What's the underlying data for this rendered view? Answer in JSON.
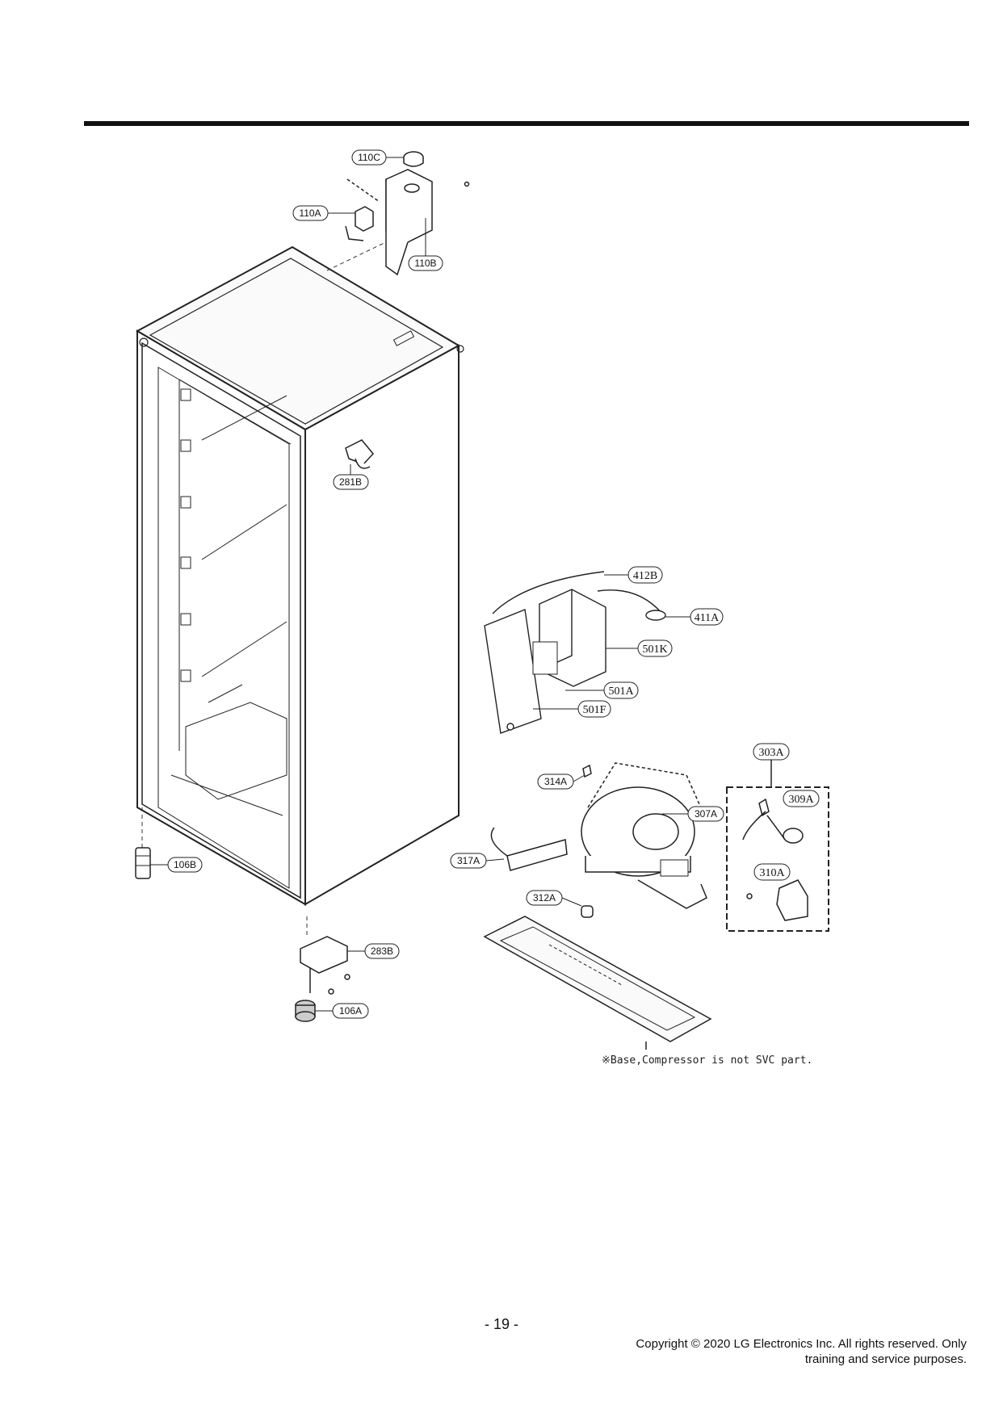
{
  "parts": [
    {
      "id": "110C"
    },
    {
      "id": "110A"
    },
    {
      "id": "110B"
    },
    {
      "id": "281B"
    },
    {
      "id": "412B"
    },
    {
      "id": "411A"
    },
    {
      "id": "501K"
    },
    {
      "id": "501A"
    },
    {
      "id": "501F"
    },
    {
      "id": "303A"
    },
    {
      "id": "314A"
    },
    {
      "id": "309A"
    },
    {
      "id": "307A"
    },
    {
      "id": "317A"
    },
    {
      "id": "310A"
    },
    {
      "id": "312A"
    },
    {
      "id": "106B"
    },
    {
      "id": "283B"
    },
    {
      "id": "106A"
    }
  ],
  "note": "※Base,Compressor is not SVC part.",
  "page_number": "- 19 -",
  "copyright": "Copyright © 2020 LG Electronics Inc. All rights reserved. Only training and service purposes."
}
